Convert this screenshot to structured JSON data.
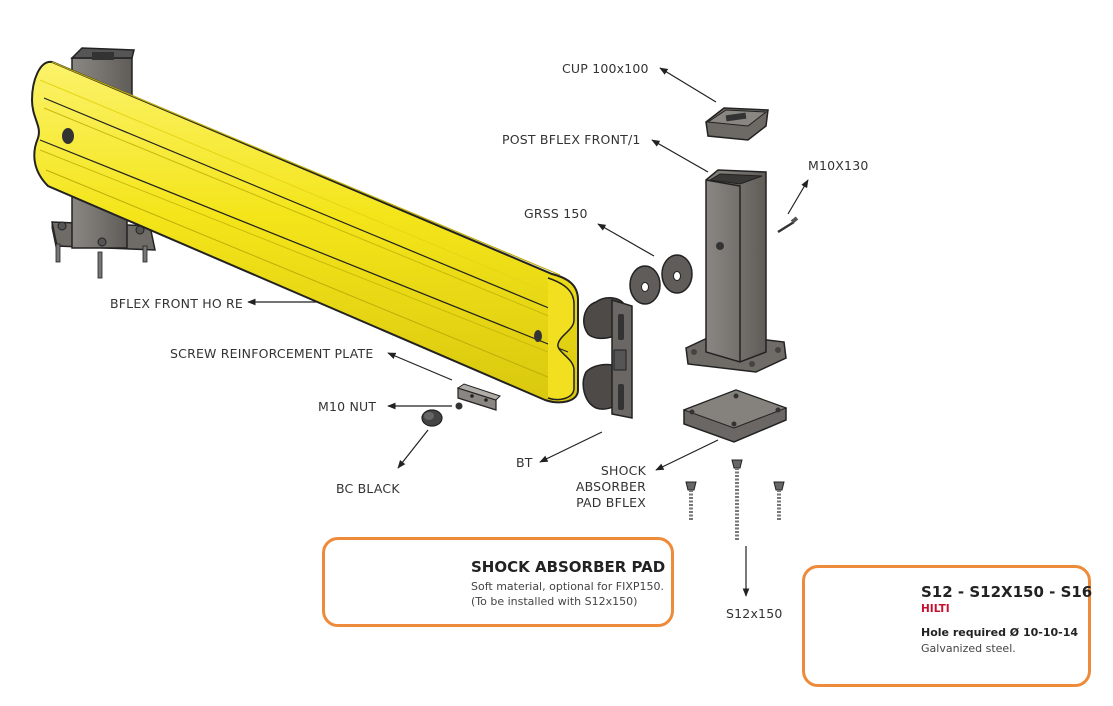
{
  "labels": {
    "cup": "CUP 100x100",
    "post": "POST BFLEX FRONT/1",
    "m10x130": "M10X130",
    "grss": "GRSS 150",
    "bflex": "BFLEX FRONT HO RE",
    "screw_plate": "SCREW REINFORCEMENT PLATE",
    "m10nut": "M10 NUT",
    "bc_black": "BC BLACK",
    "bt": "BT",
    "shock_lines": [
      "SHOCK",
      "ABSORBER",
      "PAD BFLEX"
    ],
    "s12x150": "S12x150"
  },
  "callout_pad": {
    "title": "SHOCK ABSORBER PAD",
    "lines": [
      "Soft material, optional for FIXP150.",
      "(To be installed with S12x150)"
    ]
  },
  "callout_bolt": {
    "title": "S12 - S12X150 - S16",
    "brand": "HILTI",
    "hole": "Hole required Ø 10-10-14",
    "material": "Galvanized steel."
  },
  "colors": {
    "rail_yellow": "#f4e51a",
    "steel_grey": "#76736f",
    "callout_orange": "#ee8b3a",
    "brand_red": "#c8102e"
  }
}
